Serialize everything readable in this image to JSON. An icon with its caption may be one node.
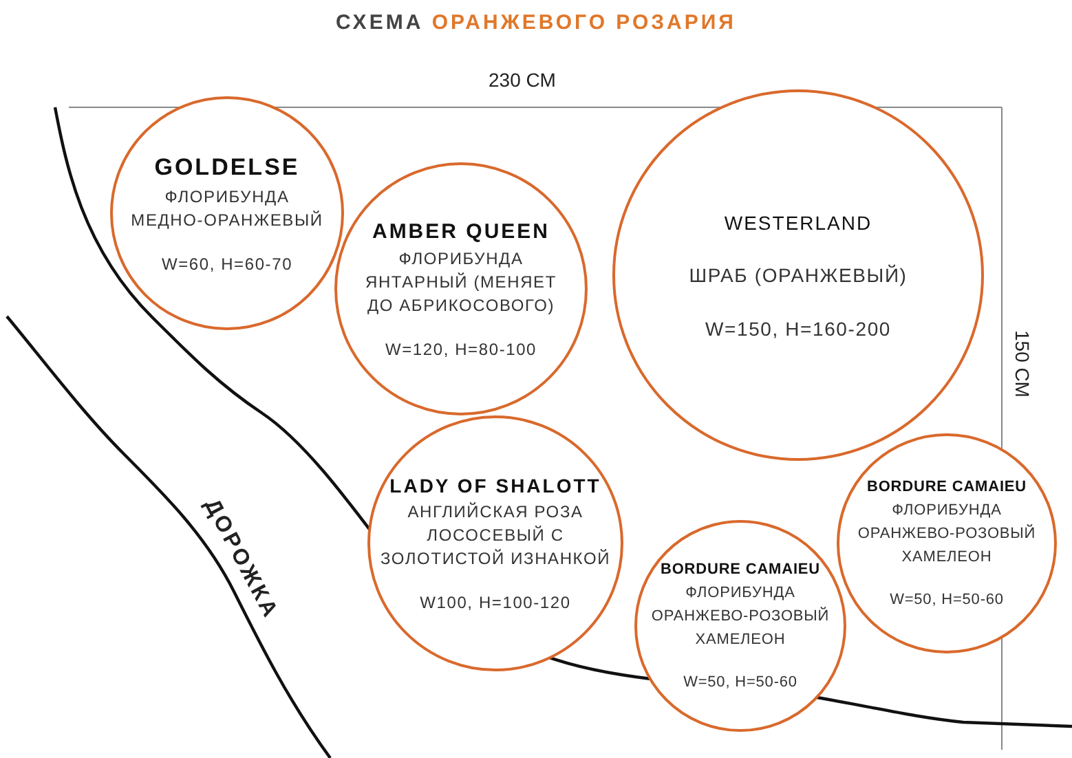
{
  "diagram": {
    "title": "СХЕМА ОРАНЖЕВОГО РОЗАРИЯ",
    "nodes": [
      {
        "text": [
          "GOLDELSE",
          "ФЛОРИБУНДА МЕДНО-ОРАНЖЕВЫЙ",
          "W=60, H=60-70"
        ]
      },
      {
        "text": [
          "AMBER QUEEN",
          "ФЛОРИБУНДА ЯНТАРНЫЙ (МЕНЯЕТ ДО АБРИКОСОВОГО)",
          "W=120, H=80-100"
        ]
      },
      {
        "text": [
          "WESTERLAND",
          "ШРАБ (ОРАНЖЕВЫЙ)",
          "W=150, H=160-200"
        ]
      },
      {
        "text": [
          "LADY OF SHALOTT",
          "АНГЛИЙСКАЯ РОЗА ЛОСОСЕВЫЙ С ЗОЛОТИСТОЙ ИЗНАНКОЙ",
          "W100, H=100-120"
        ]
      },
      {
        "text": [
          "BORDURE CAMAIEU",
          "ФЛОРИБУНДА ОРАНЖЕВО-РОЗОВЫЙ ХАМЕЛЕОН",
          "W=50, H=50-60"
        ]
      },
      {
        "text": [
          "BORDURE CAMAIEU",
          "ФЛОРИБУНДА ОРАНЖЕВО-РОЗОВЫЙ ХАМЕЛЕОН",
          "W=50, H=50-60"
        ]
      }
    ],
    "edges": [],
    "labels": [
      "230 СМ",
      "150 СМ",
      "ДОРОЖКА"
    ]
  }
}
